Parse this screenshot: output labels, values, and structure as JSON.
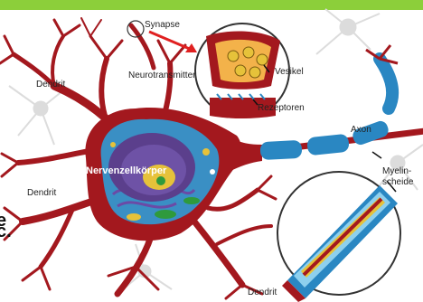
{
  "diagram": {
    "labels": {
      "synapse": "Synapse",
      "neurotransmitter": "Neurotransmitter",
      "vesikel": "Vesikel",
      "rezeptoren": "Rezeptoren",
      "dendrit_top": "Dendrit",
      "dendrit_left": "Dendrit",
      "dendrit_bottom": "Dendrit",
      "axon": "Axon",
      "myelin_line1": "Myelin-",
      "myelin_line2": "scheide",
      "zellkoerper": "Nervenzellkörper"
    },
    "edge_fragments": {
      "line1": "e",
      "line2": "c."
    }
  },
  "colors": {
    "top_bar": "#8ccf3a",
    "neuron_red": "#a3181e",
    "axon_blue": "#2a87c2",
    "myelin_light": "#8ed0ee",
    "cell_blue": "#3a8fc4",
    "nucleus_purple": "#5b3f8c",
    "nucleolus_yellow": "#e6c23a",
    "synapse_orange": "#f3b24a",
    "arrow_red": "#e02020",
    "zoom_border": "#333333",
    "background_neuron": "#d9d9d9"
  }
}
